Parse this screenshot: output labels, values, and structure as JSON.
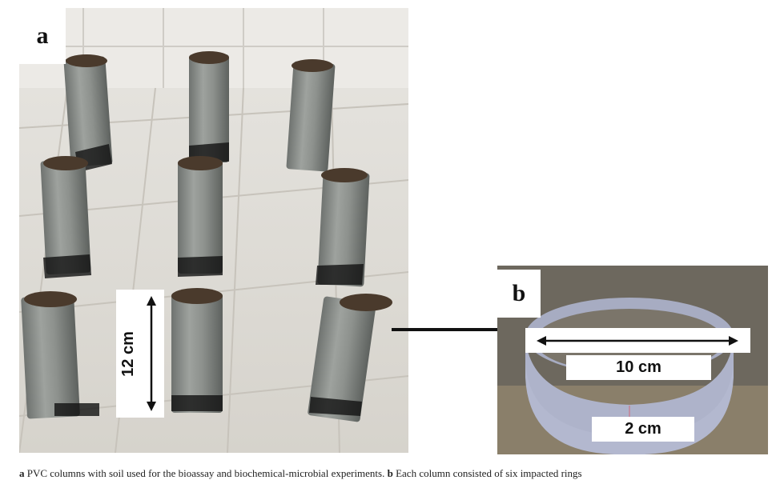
{
  "figure": {
    "panel_a_label": "a",
    "panel_b_label": "b",
    "dim_column_height": "12 cm",
    "dim_ring_diameter": "10 cm",
    "dim_ring_height": "2 cm"
  },
  "caption": {
    "a_tag": "a",
    "a_text": " PVC columns with soil used for the bioassay and biochemical-microbial experiments. ",
    "b_tag": "b",
    "b_text": " Each column consisted of six impacted rings"
  }
}
